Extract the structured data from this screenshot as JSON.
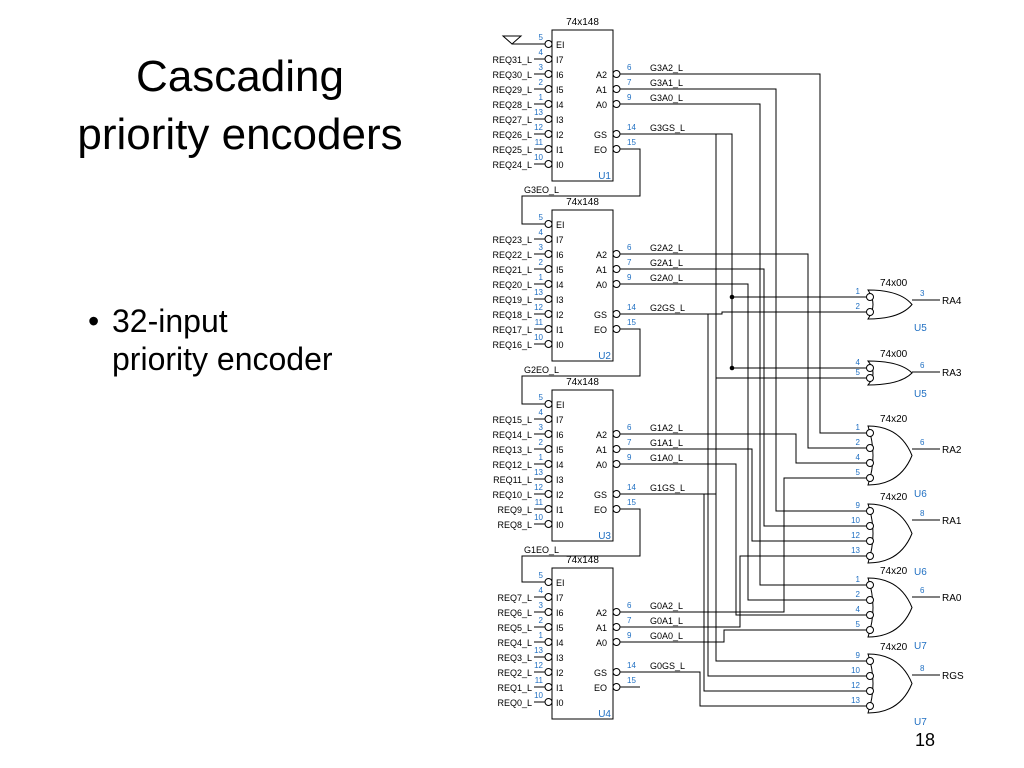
{
  "slide": {
    "title_line1": "Cascading",
    "title_line2": "priority encoders",
    "bullet_glyph": "•",
    "bullet_line1": "32-input",
    "bullet_line2": "priority encoder",
    "page_number": "18"
  },
  "colors": {
    "wire": "#000000",
    "pin_number": "#1f6fc2",
    "ref": "#1f6fc2",
    "text": "#000000"
  },
  "encoders": [
    {
      "ref": "U1",
      "part": "74x148",
      "ei": "EI",
      "eo_wire": "G3EO_L",
      "inputs": [
        "REQ31_L",
        "REQ30_L",
        "REQ29_L",
        "REQ28_L",
        "REQ27_L",
        "REQ26_L",
        "REQ25_L",
        "REQ24_L"
      ],
      "outputs": [
        "G3A2_L",
        "G3A1_L",
        "G3A0_L",
        "G3GS_L"
      ]
    },
    {
      "ref": "U2",
      "part": "74x148",
      "ei": "EI",
      "eo_wire": "G2EO_L",
      "inputs": [
        "REQ23_L",
        "REQ22_L",
        "REQ21_L",
        "REQ20_L",
        "REQ19_L",
        "REQ18_L",
        "REQ17_L",
        "REQ16_L"
      ],
      "outputs": [
        "G2A2_L",
        "G2A1_L",
        "G2A0_L",
        "G2GS_L"
      ]
    },
    {
      "ref": "U3",
      "part": "74x148",
      "ei": "EI",
      "eo_wire": "G1EO_L",
      "inputs": [
        "REQ15_L",
        "REQ14_L",
        "REQ13_L",
        "REQ12_L",
        "REQ11_L",
        "REQ10_L",
        "REQ9_L",
        "REQ8_L"
      ],
      "outputs": [
        "G1A2_L",
        "G1A1_L",
        "G1A0_L",
        "G1GS_L"
      ]
    },
    {
      "ref": "U4",
      "part": "74x148",
      "ei": "EI",
      "eo_wire": "",
      "inputs": [
        "REQ7_L",
        "REQ6_L",
        "REQ5_L",
        "REQ4_L",
        "REQ3_L",
        "REQ2_L",
        "REQ1_L",
        "REQ0_L"
      ],
      "outputs": [
        "G0A2_L",
        "G0A1_L",
        "G0A0_L",
        "G0GS_L"
      ]
    }
  ],
  "encoder_input_pins": [
    "I7",
    "I6",
    "I5",
    "I4",
    "I3",
    "I2",
    "I1",
    "I0"
  ],
  "encoder_input_pin_numbers": [
    "4",
    "3",
    "2",
    "1",
    "13",
    "12",
    "11",
    "10"
  ],
  "encoder_ei_pin_number": "5",
  "encoder_output_pins": [
    "A2",
    "A1",
    "A0",
    "GS",
    "EO"
  ],
  "encoder_output_pin_numbers": [
    "6",
    "7",
    "9",
    "14",
    "15"
  ],
  "gates": [
    {
      "ref": "U5",
      "part": "74x00",
      "output": "RA4",
      "in_pins": [
        "1",
        "2"
      ],
      "out_pin": "3"
    },
    {
      "ref": "U5",
      "part": "74x00",
      "output": "RA3",
      "in_pins": [
        "4",
        "5"
      ],
      "out_pin": "6"
    },
    {
      "ref": "U6",
      "part": "74x20",
      "output": "RA2",
      "in_pins": [
        "1",
        "2",
        "4",
        "5"
      ],
      "out_pin": "6"
    },
    {
      "ref": "U6",
      "part": "74x20",
      "output": "RA1",
      "in_pins": [
        "9",
        "10",
        "12",
        "13"
      ],
      "out_pin": "8"
    },
    {
      "ref": "U7",
      "part": "74x20",
      "output": "RA0",
      "in_pins": [
        "1",
        "2",
        "4",
        "5"
      ],
      "out_pin": "6"
    },
    {
      "ref": "U7",
      "part": "74x20",
      "output": "RGS",
      "in_pins": [
        "9",
        "10",
        "12",
        "13"
      ],
      "out_pin": "8"
    }
  ]
}
